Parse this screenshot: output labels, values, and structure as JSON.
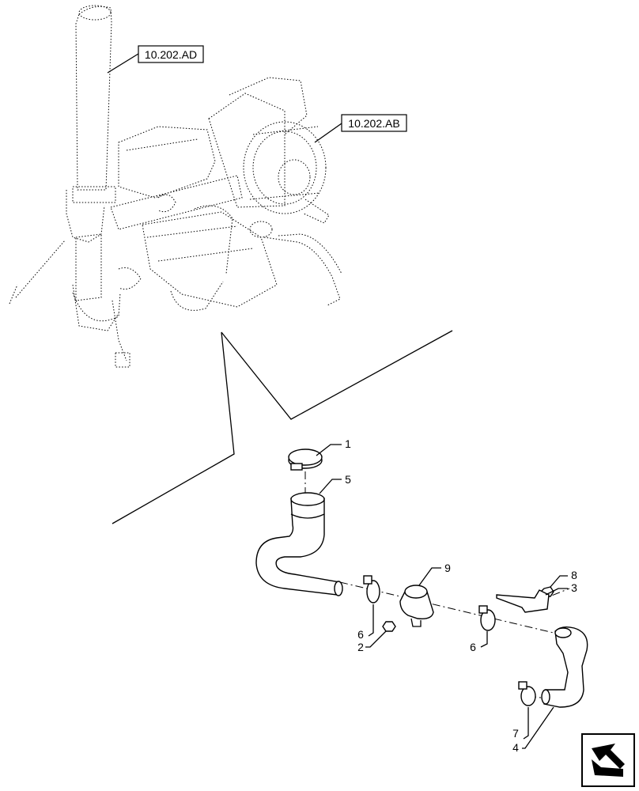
{
  "references": {
    "ref_exhaust": "10.202.AD",
    "ref_airfilter": "10.202.AB"
  },
  "callouts": {
    "c1": "1",
    "c2": "2",
    "c3": "3",
    "c4": "4",
    "c5": "5",
    "c6a": "6",
    "c6b": "6",
    "c7": "7",
    "c8": "8",
    "c9": "9"
  },
  "icons": {
    "nav": "next-page-arrow-icon"
  }
}
